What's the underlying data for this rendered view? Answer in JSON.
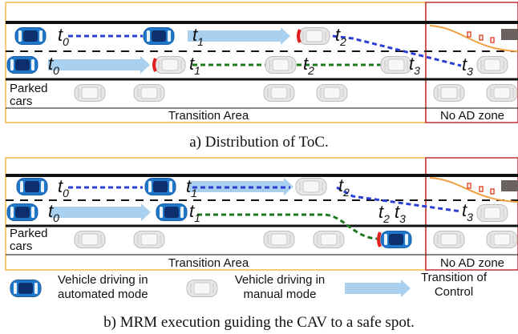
{
  "panel_a": {
    "caption": "a) Distribution of ToC.",
    "parked_line1": "Parked",
    "parked_line2": "cars",
    "transition_area": "Transition Area",
    "no_ad_zone": "No AD zone"
  },
  "panel_b": {
    "caption": "b) MRM execution guiding the CAV to a safe spot.",
    "parked_line1": "Parked",
    "parked_line2": "cars",
    "transition_area": "Transition Area",
    "no_ad_zone": "No AD zone"
  },
  "time_label": {
    "letter": "t",
    "subs": [
      "0",
      "1",
      "2",
      "3"
    ]
  },
  "legend": {
    "automated_line1": "Vehicle driving in",
    "automated_line2": "automated mode",
    "manual_line1": "Vehicle driving in",
    "manual_line2": "manual mode",
    "toc_line1": "Transition of",
    "toc_line2": "Control"
  },
  "colors": {
    "automated_vehicle": "#1f77c9",
    "manual_vehicle": "#d9d9d9",
    "blue_path": "#2b3fd4",
    "green_path": "#1f7a1f",
    "transition_arrow": "#a9d0ee",
    "area_border": "#f0b84a",
    "no_ad_border": "#c0303a",
    "road_line": "#111111",
    "barrier": "#f0a040",
    "brake_light": "#e02020"
  }
}
